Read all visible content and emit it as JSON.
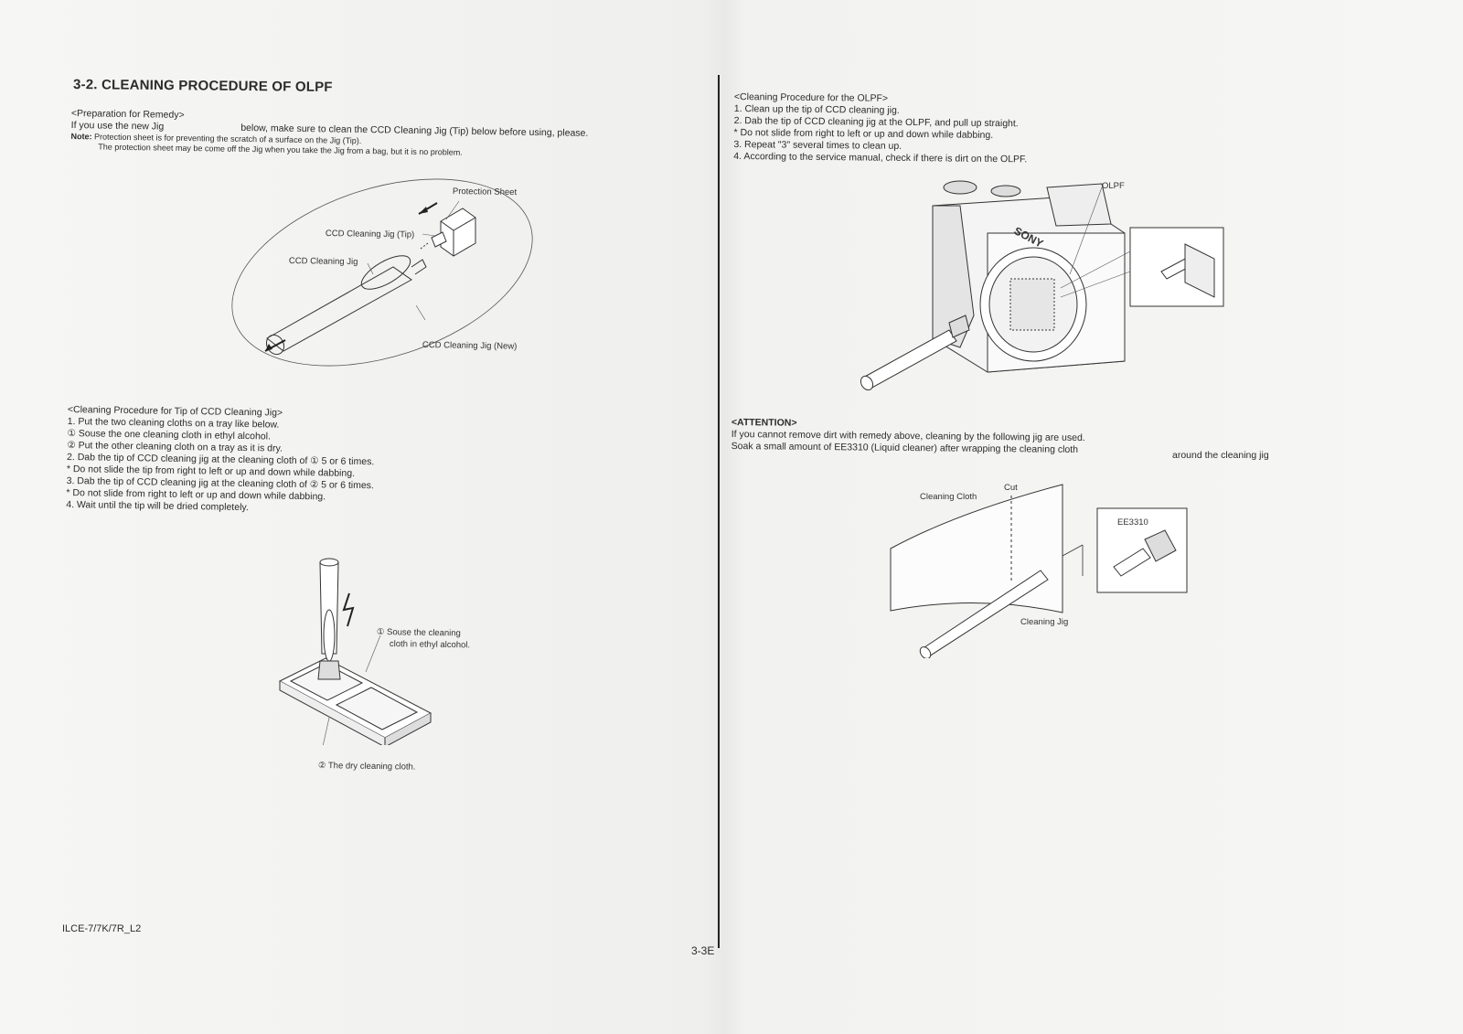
{
  "left": {
    "title": "3-2.  CLEANING PROCEDURE OF OLPF",
    "prep": {
      "heading": "<Preparation for Remedy>",
      "line1_a": "If you use the new Jig",
      "line1_b": "below, make sure to clean the CCD Cleaning Jig (Tip) below before using, please.",
      "note_label": "Note:",
      "note_line1": "Protection sheet is for preventing the scratch of a surface on the Jig (Tip).",
      "note_line2": "The protection sheet may be come off the Jig when you take the Jig from a bag, but it is no problem."
    },
    "fig1": {
      "protection_sheet": "Protection Sheet",
      "jig_tip": "CCD Cleaning Jig (Tip)",
      "jig": "CCD Cleaning Jig",
      "jig_new": "CCD Cleaning Jig (New)"
    },
    "tip_proc": {
      "heading": "<Cleaning Procedure for Tip of CCD Cleaning Jig>",
      "lines": [
        "1.   Put the two cleaning cloths on a tray like below.",
        "      ① Souse the one cleaning cloth in ethyl alcohol.",
        "      ② Put the other cleaning cloth on a tray as it is dry.",
        "2.   Dab the tip of CCD cleaning jig at the cleaning cloth of ① 5 or 6 times.",
        "      * Do not slide the tip from right to left or up and down while dabbing.",
        "3.   Dab the tip of CCD cleaning jig at the cleaning cloth of ② 5 or 6 times.",
        "      * Do not slide from right to left or up and down while dabbing.",
        "4.   Wait until the tip will be dried completely."
      ]
    },
    "fig2": {
      "label1_line1": "① Souse the cleaning",
      "label1_line2": "cloth in ethyl alcohol.",
      "label2": "② The dry cleaning cloth."
    },
    "footer_model": "ILCE-7/7K/7R_L2"
  },
  "right": {
    "olpf_proc": {
      "heading": "<Cleaning Procedure for the OLPF>",
      "lines": [
        "1.   Clean up the tip of CCD cleaning jig.",
        "2.   Dab the tip of CCD cleaning jig at the OLPF, and pull up straight.",
        "      * Do not slide from right to left or up and down while dabbing.",
        "3.   Repeat \"3\" several times to clean up.",
        "4.   According to the service manual, check if there is dirt on the OLPF."
      ]
    },
    "fig3": {
      "olpf": "OLPF",
      "brand": "SONY"
    },
    "attention": {
      "heading": "<ATTENTION>",
      "line1": "If you cannot remove dirt with remedy above, cleaning by the following jig are used.",
      "line2_a": "Soak a small amount of EE3310 (Liquid cleaner) after wrapping the cleaning cloth",
      "line2_b": "around the cleaning jig"
    },
    "fig4": {
      "cleaning_cloth": "Cleaning Cloth",
      "cut": "Cut",
      "ee3310": "EE3310",
      "cleaning_jig": "Cleaning Jig"
    }
  },
  "page_number": "3-3E"
}
